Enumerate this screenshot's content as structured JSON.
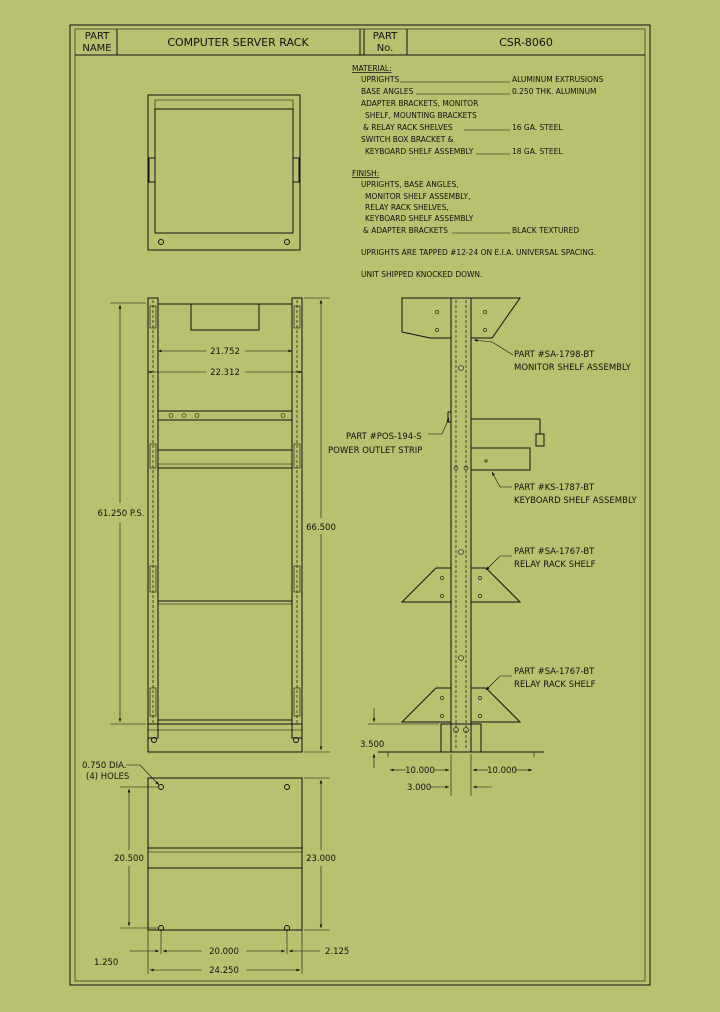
{
  "title_block": {
    "part_name_label_1": "PART",
    "part_name_label_2": "NAME",
    "part_name": "COMPUTER SERVER RACK",
    "part_no_label_1": "PART",
    "part_no_label_2": "No.",
    "part_no": "CSR-8060"
  },
  "notes": {
    "material_heading": "MATERIAL:",
    "material": [
      {
        "item": "UPRIGHTS",
        "spec": "ALUMINUM EXTRUSIONS"
      },
      {
        "item": "BASE ANGLES",
        "spec": "0.250 THK. ALUMINUM"
      },
      {
        "item": "ADAPTER BRACKETS, MONITOR",
        "spec": ""
      },
      {
        "item": "SHELF, MOUNTING BRACKETS",
        "spec": ""
      },
      {
        "item": "& RELAY RACK SHELVES",
        "spec": "16 GA. STEEL"
      },
      {
        "item": "SWITCH BOX BRACKET &",
        "spec": ""
      },
      {
        "item": "KEYBOARD SHELF ASSEMBLY",
        "spec": "18 GA. STEEL"
      }
    ],
    "finish_heading": "FINISH:",
    "finish": [
      {
        "item": "UPRIGHTS, BASE ANGLES,",
        "spec": ""
      },
      {
        "item": "MONITOR SHELF ASSEMBLY,",
        "spec": ""
      },
      {
        "item": "RELAY RACK SHELVES,",
        "spec": ""
      },
      {
        "item": "KEYBOARD SHELF ASSEMBLY",
        "spec": ""
      },
      {
        "item": "& ADAPTER BRACKETS",
        "spec": "BLACK TEXTURED"
      }
    ],
    "note_1": "UPRIGHTS ARE TAPPED #12-24 ON E.I.A. UNIVERSAL SPACING.",
    "note_2": "UNIT SHIPPED KNOCKED DOWN."
  },
  "front_view": {
    "dim_inner_width": "21.752",
    "dim_outer_width": "22.312",
    "dim_panel_space": "61.250 P.S.",
    "dim_height": "66.500"
  },
  "side_view": {
    "callouts": [
      {
        "line1": "PART #SA-1798-BT",
        "line2": "MONITOR SHELF ASSEMBLY"
      },
      {
        "line1": "PART #POS-194-S",
        "line2": "POWER OUTLET STRIP"
      },
      {
        "line1": "PART #KS-1787-BT",
        "line2": "KEYBOARD SHELF ASSEMBLY"
      },
      {
        "line1": "PART #SA-1767-BT",
        "line2": "RELAY RACK SHELF"
      },
      {
        "line1": "PART #SA-1767-BT",
        "line2": "RELAY RACK SHELF"
      }
    ],
    "dim_base_height": "3.500",
    "dim_left_reach": "10.000",
    "dim_right_reach": "10.000",
    "dim_upright_depth": "3.000"
  },
  "base_view": {
    "holes_note_1": "0.750 DIA.",
    "holes_note_2": "(4) HOLES",
    "dim_hole_spacing_v": "20.500",
    "dim_depth": "23.000",
    "dim_hole_spacing_h": "20.000",
    "dim_width": "24.250",
    "dim_edge_left": "1.250",
    "dim_edge_right": "2.125"
  },
  "colors": {
    "background": "#b9c06f",
    "linework": "#111111"
  }
}
